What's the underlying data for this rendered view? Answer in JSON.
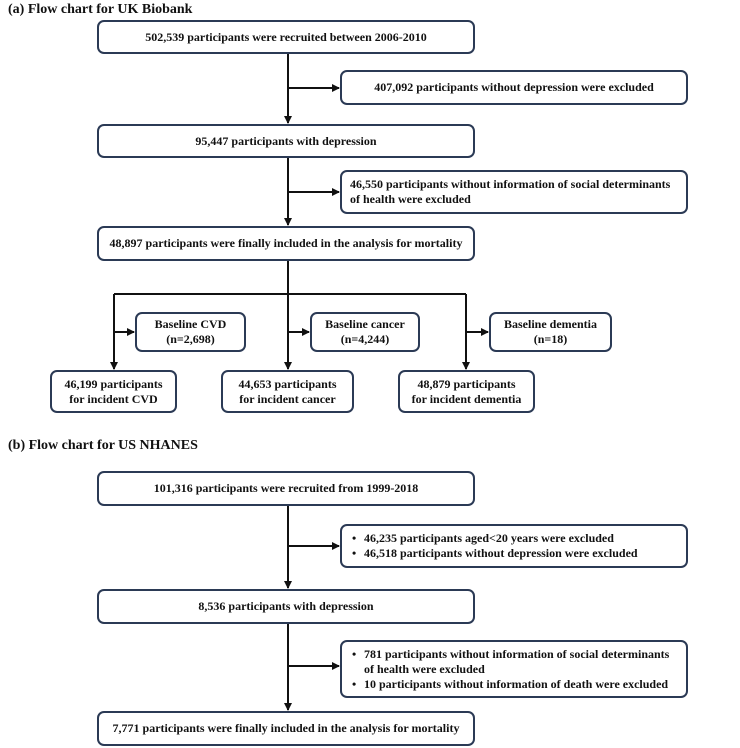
{
  "panel_a": {
    "title": "(a)  Flow chart for UK Biobank",
    "recruited": "502,539 participants were recruited between 2006-2010",
    "excluded_no_depression": "407,092 participants without depression were excluded",
    "with_depression": "95,447 participants with depression",
    "excluded_sdoh_line1": "46,550 participants without information of social determinants",
    "excluded_sdoh_line2": "of health were excluded",
    "included": "48,897 participants were finally included in the analysis for mortality",
    "baseline_cvd_line1": "Baseline CVD",
    "baseline_cvd_line2": "(n=2,698)",
    "baseline_cancer_line1": "Baseline cancer",
    "baseline_cancer_line2": "(n=4,244)",
    "baseline_dementia_line1": "Baseline dementia",
    "baseline_dementia_line2": "(n=18)",
    "incident_cvd_line1": "46,199 participants",
    "incident_cvd_line2": "for incident CVD",
    "incident_cancer_line1": "44,653 participants",
    "incident_cancer_line2": "for incident cancer",
    "incident_dementia_line1": "48,879 participants",
    "incident_dementia_line2": "for incident dementia"
  },
  "panel_b": {
    "title": "(b)  Flow chart for US NHANES",
    "recruited": "101,316 participants were recruited from 1999-2018",
    "excluded_age": "46,235 participants aged<20 years were excluded",
    "excluded_no_depression": "46,518 participants without depression were excluded",
    "with_depression": "8,536 participants with depression",
    "excluded_sdoh_line1": "781 participants without information of social determinants",
    "excluded_sdoh_line2": "of health were excluded",
    "excluded_death": "10 participants without information of death were excluded",
    "included": "7,771 participants were finally included in the analysis for mortality"
  }
}
